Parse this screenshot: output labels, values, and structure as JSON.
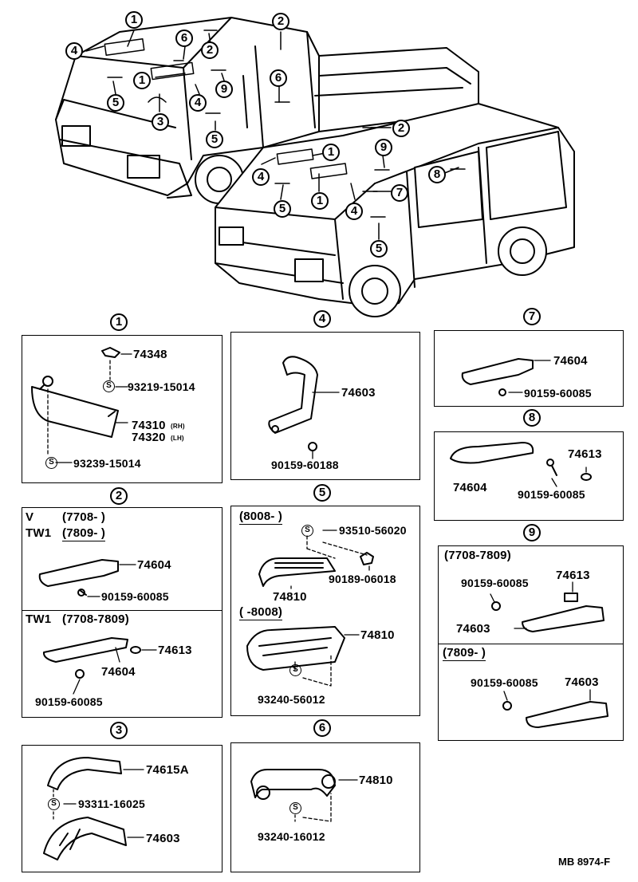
{
  "document_id": "MB 8974-F",
  "overview_callouts": [
    "1",
    "2",
    "3",
    "4",
    "5",
    "6",
    "7",
    "8",
    "9"
  ],
  "panels": {
    "p1": {
      "number": "1",
      "parts": [
        "74348",
        "93219-15014",
        "74310",
        "74320",
        "93239-15014"
      ],
      "side_notes": [
        "(RH)",
        "(LH)"
      ]
    },
    "p2": {
      "number": "2",
      "section_a": {
        "model1": "V",
        "range1": "(7708-          )",
        "model2": "TW1",
        "range2": "(7809-          )",
        "parts": [
          "74604",
          "90159-60085"
        ]
      },
      "section_b": {
        "model": "TW1",
        "range": "(7708-7809)",
        "parts": [
          "74613",
          "74604",
          "90159-60085"
        ]
      }
    },
    "p3": {
      "number": "3",
      "parts": [
        "74615A",
        "93311-16025",
        "74603"
      ]
    },
    "p4": {
      "number": "4",
      "parts": [
        "74603",
        "90159-60188"
      ]
    },
    "p5": {
      "number": "5",
      "section_a": {
        "range": "(8008-          )",
        "parts": [
          "93510-56020",
          "74810",
          "90189-06018"
        ]
      },
      "section_b": {
        "range": "(          -8008)",
        "parts": [
          "74810",
          "93240-56012"
        ]
      }
    },
    "p6": {
      "number": "6",
      "parts": [
        "74810",
        "93240-16012"
      ]
    },
    "p7": {
      "number": "7",
      "parts": [
        "74604",
        "90159-60085"
      ]
    },
    "p8": {
      "number": "8",
      "parts": [
        "74613",
        "74604",
        "90159-60085"
      ]
    },
    "p9": {
      "number": "9",
      "section_a": {
        "range": "(7708-7809)",
        "parts": [
          "90159-60085",
          "74613",
          "74603"
        ]
      },
      "section_b": {
        "range": "(7809-          )",
        "parts": [
          "90159-60085",
          "74603"
        ]
      }
    },
    "s_mark": "S"
  }
}
